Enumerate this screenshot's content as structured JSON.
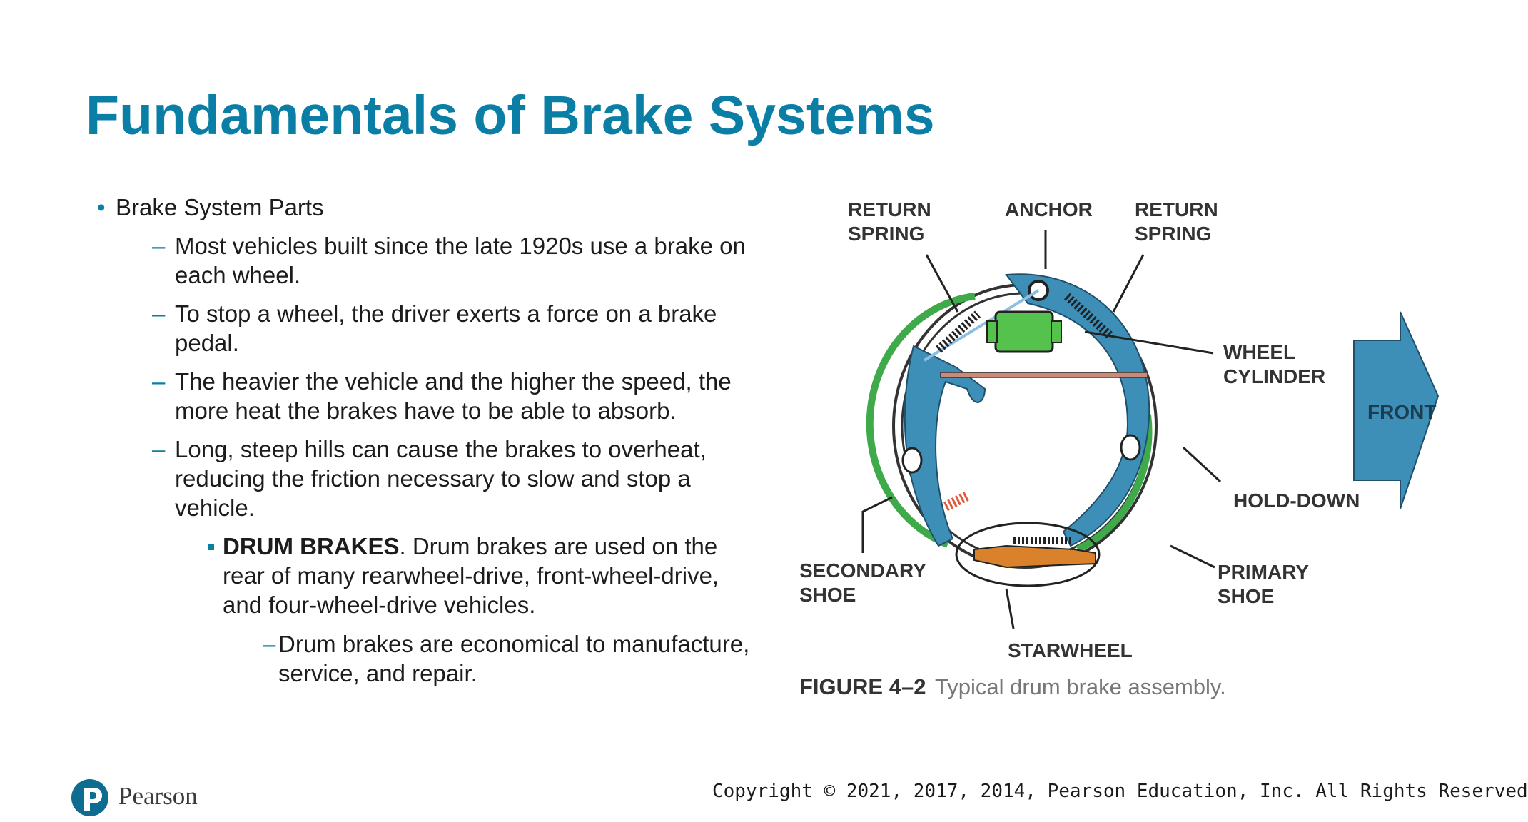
{
  "slide": {
    "title": "Fundamentals of Brake Systems",
    "bullet1": "Brake System Parts",
    "sub1_l1": "Most vehicles built since the late 1920s use a brake on",
    "sub1_l2": "each wheel.",
    "sub2_l1": "To stop a wheel, the driver exerts a force on a brake",
    "sub2_l2": "pedal.",
    "sub3_l1": "The heavier the vehicle and the higher the speed, the",
    "sub3_l2": "more heat the brakes have to be able to absorb.",
    "sub4_l1": "Long, steep hills can cause the brakes to overheat,",
    "sub4_l2": "reducing the friction necessary to slow and stop a",
    "sub4_l3": "vehicle.",
    "drum_bold": "DRUM BRAKES",
    "drum_l1": ". Drum brakes are used on the",
    "drum_l2": "rear of many rearwheel-drive, front-wheel-drive,",
    "drum_l3": "and four-wheel-drive vehicles.",
    "econ_l1": "Drum brakes are economical to manufacture,",
    "econ_l2": "service, and repair."
  },
  "figure": {
    "labels": {
      "return_spring_left_1": "RETURN",
      "return_spring_left_2": "SPRING",
      "anchor": "ANCHOR",
      "return_spring_right_1": "RETURN",
      "return_spring_right_2": "SPRING",
      "wheel_cylinder_1": "WHEEL",
      "wheel_cylinder_2": "CYLINDER",
      "front": "FRONT",
      "hold_down": "HOLD-DOWN",
      "secondary_shoe_1": "SECONDARY",
      "secondary_shoe_2": "SHOE",
      "primary_shoe_1": "PRIMARY",
      "primary_shoe_2": "SHOE",
      "starwheel": "STARWHEEL"
    },
    "caption_number": "FIGURE 4–2",
    "caption_text": "Typical drum brake assembly."
  },
  "footer": {
    "copyright": "Copyright © 2021, 2017, 2014, Pearson Education, Inc. All Rights Reserved",
    "logo_text": "Pearson"
  },
  "colors": {
    "title": "#0a7ea5",
    "shoe_blue": "#3e8fb8",
    "lining_green": "#3faa4a",
    "cylinder_green": "#56c24e",
    "adjuster_orange": "#d9822b",
    "spring_red": "#e05b3a"
  }
}
